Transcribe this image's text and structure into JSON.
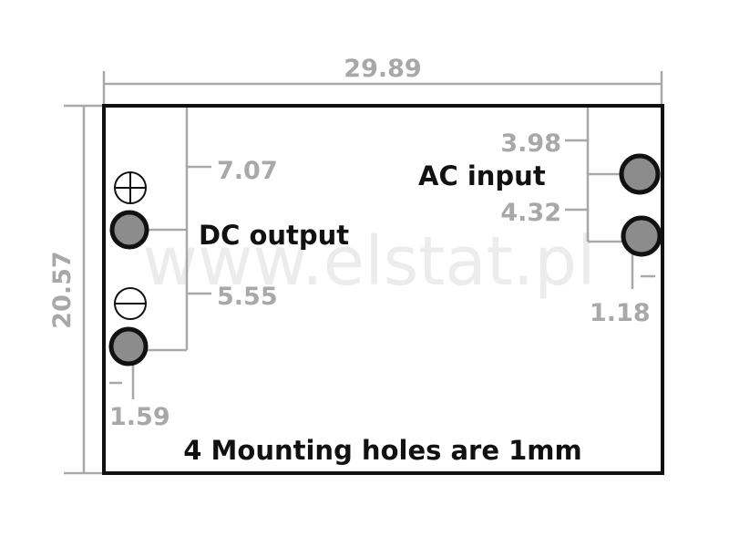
{
  "dimensions": {
    "width": "29.89",
    "height": "20.57",
    "dc_plus_offset": "7.07",
    "dc_minus_offset": "5.55",
    "dc_edge_offset": "1.59",
    "ac_top_offset": "3.98",
    "ac_bottom_offset": "4.32",
    "ac_edge_offset": "1.18"
  },
  "labels": {
    "dc_output": "DC output",
    "ac_input": "AC input",
    "note": "4 Mounting holes are 1mm"
  },
  "symbols": {
    "plus": "plus-terminal",
    "minus": "minus-terminal"
  },
  "watermark": "www.elstat.pl",
  "colors": {
    "board_outline": "#111111",
    "dimension": "#a8a8a8",
    "pin_fill": "#8c8c8c",
    "label": "#111111",
    "watermark": "#ececec"
  }
}
